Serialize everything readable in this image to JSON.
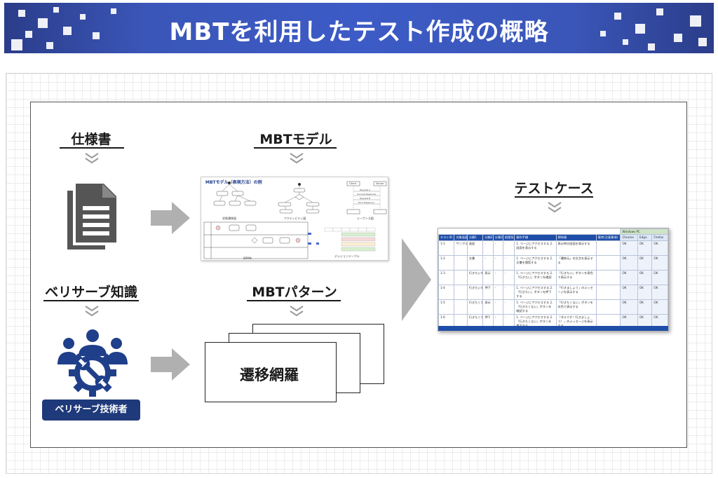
{
  "header": {
    "title": "MBTを利用したテスト作成の概略"
  },
  "colors": {
    "banner": "#3d5bc6",
    "accent_dark": "#1f3a7a",
    "arrow_gray": "#b0b0b0",
    "icon_blue": "#1f3f8a"
  },
  "labels": {
    "spec": "仕様書",
    "model": "MBTモデル",
    "knowledge": "ベリサーブ知識",
    "pattern": "MBTパターン",
    "testcase": "テストケース"
  },
  "role_badge": "ベリサーブ技術者",
  "pattern_card": "遷移網羅",
  "icons": {
    "spec": "documents-icon",
    "engineers": "engineers-gear-wrench-icon"
  },
  "model_image": {
    "title": "MBTモデル（表現方法）の例",
    "captions": [
      "状態遷移図",
      "アクティビティ図",
      "シーケンス図",
      "BPMN",
      "デシジョンテーブル"
    ],
    "sequence_actors": [
      "Client",
      "Server"
    ],
    "sequence_messages": [
      "Request A",
      "Success Response",
      "Request B",
      "Error Response"
    ]
  },
  "test_table": {
    "env_group": "Windows PC",
    "headers": [
      "テストID",
      "対象画面",
      "分類1",
      "分類2",
      "分類3",
      "前提条件",
      "操作手順",
      "期待値",
      "備考(注意事項)",
      "Chrome",
      "Edge",
      "Firefox"
    ],
    "rows": [
      [
        "1-1",
        "サンプルページ",
        "画面",
        "-",
        "-",
        "-",
        "1. ページにアクセスする 2. 画面を表示する",
        "表示時の画面を表示する",
        "",
        "OK",
        "OK",
        "OK"
      ],
      [
        "1-2",
        "",
        "文書",
        "-",
        "-",
        "-",
        "1. ページにアクセスする 2. 文書を閲覧する",
        "「遷移元」の文言を表示する",
        "",
        "OK",
        "OK",
        "OK"
      ],
      [
        "1-3",
        "",
        "行きたいボタン",
        "表示",
        "-",
        "-",
        "1. ページにアクセスする 2. 「行きたい」ボタンを確認",
        "「行きたい」ボタンを青色で表示する",
        "",
        "OK",
        "OK",
        "OK"
      ],
      [
        "1-4",
        "",
        "行きたいボタン",
        "押下",
        "-",
        "-",
        "1. ページにアクセスする 2. 「行きたい」ボタンを押下する",
        "「行きましょう」のメッセージを表示する",
        "",
        "OK",
        "OK",
        "OK"
      ],
      [
        "1-5",
        "",
        "行きたくないボタン",
        "表示",
        "-",
        "-",
        "1. ページにアクセスする 2. 「行きたくない」ボタンを確認する",
        "「行きたくない」ボタンを灰色で表示する",
        "",
        "OK",
        "OK",
        "OK"
      ],
      [
        "1-6",
        "",
        "行きたくないボタン",
        "押下",
        "-",
        "-",
        "1. ページにアクセスする 2. 「行きたくない」ボタンを押下する",
        "「ダメです！行きましょう！」のメッセージを表示する",
        "",
        "OK",
        "OK",
        "OK"
      ]
    ]
  }
}
